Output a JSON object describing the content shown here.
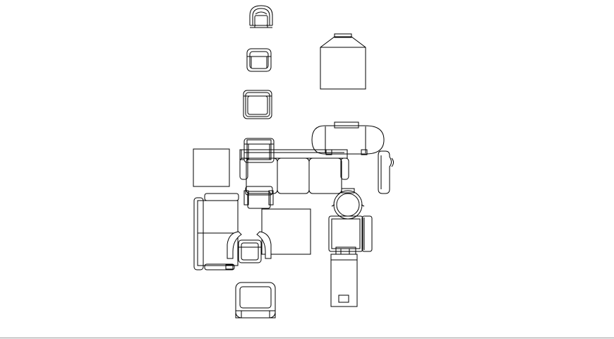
{
  "drawing": {
    "background": "#ffffff",
    "line_color": "#000000",
    "footer_rule_color": "#9a9a9a",
    "blocks": [
      {
        "id": "armchair-round-back"
      },
      {
        "id": "armchair-square"
      },
      {
        "id": "armchair-square-large"
      },
      {
        "id": "side-table-pentagon"
      },
      {
        "id": "oval-table"
      },
      {
        "id": "floor-lamp"
      },
      {
        "id": "armchair-at-sofa"
      },
      {
        "id": "end-table"
      },
      {
        "id": "three-seat-sofa"
      },
      {
        "id": "chair-small"
      },
      {
        "id": "two-seat-sofa"
      },
      {
        "id": "coffee-table"
      },
      {
        "id": "round-table-with-chair"
      },
      {
        "id": "wheelchair-lift"
      },
      {
        "id": "chaise-lounge"
      },
      {
        "id": "desk-chair"
      },
      {
        "id": "club-chair"
      }
    ]
  }
}
